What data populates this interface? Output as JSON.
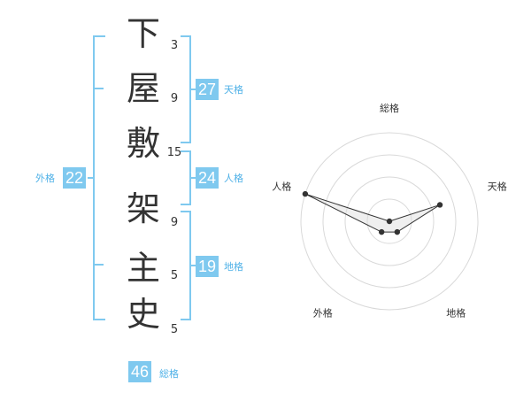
{
  "name": {
    "characters": [
      "下",
      "屋",
      "敷",
      "架",
      "主",
      "史"
    ],
    "strokes": [
      "3",
      "9",
      "15",
      "9",
      "5",
      "5"
    ]
  },
  "kaku": {
    "tenkaku": {
      "value": "27",
      "label": "天格"
    },
    "jinkaku": {
      "value": "24",
      "label": "人格"
    },
    "chikaku": {
      "value": "19",
      "label": "地格"
    },
    "gaikaku": {
      "value": "22",
      "label": "外格"
    },
    "soukaku": {
      "value": "46",
      "label": "総格"
    }
  },
  "colors": {
    "accent": "#7fc9ef",
    "label_blue": "#4fb1e7",
    "text": "#333333"
  },
  "chart_data": {
    "type": "radar",
    "axes": [
      "総格",
      "天格",
      "地格",
      "外格",
      "人格"
    ],
    "values": [
      0.0,
      0.6,
      0.15,
      0.15,
      1.0
    ],
    "rings": 4,
    "grid": true
  }
}
